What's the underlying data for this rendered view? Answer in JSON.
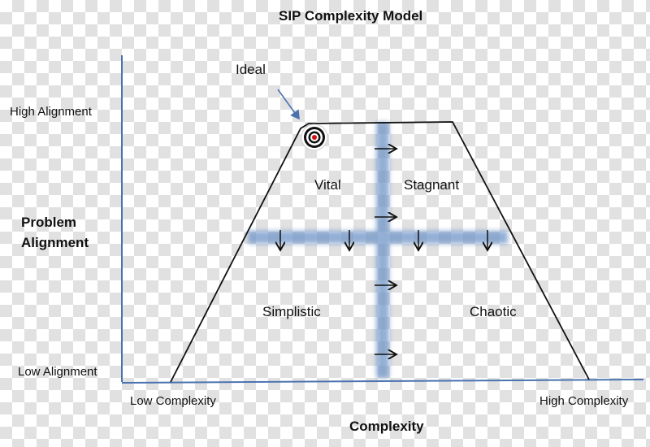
{
  "title": "SIP Complexity Model",
  "y_axis": {
    "label_line1": "Problem",
    "label_line2": "Alignment",
    "high": "High Alignment",
    "low": "Low Alignment"
  },
  "x_axis": {
    "label": "Complexity",
    "low": "Low Complexity",
    "high": "High Complexity"
  },
  "callout": "Ideal",
  "quadrants": {
    "top_left": "Vital",
    "top_right": "Stagnant",
    "bottom_left": "Simplistic",
    "bottom_right": "Chaotic"
  },
  "colors": {
    "axis": "#4a72b0",
    "cross": "#6f95c8",
    "target_center": "#d01010"
  }
}
